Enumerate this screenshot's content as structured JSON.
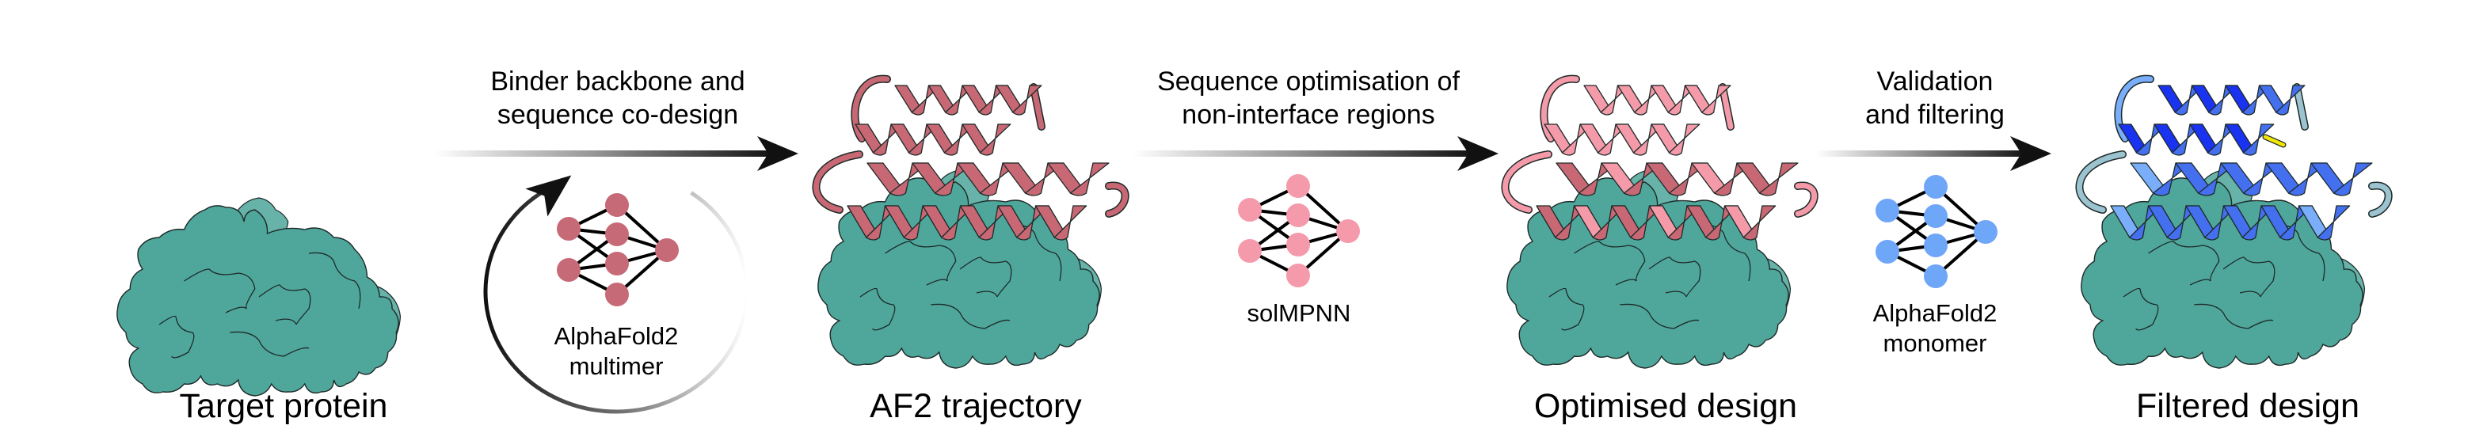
{
  "figure": {
    "panels": [
      {
        "id": "target",
        "label": "Target protein",
        "binder": "none"
      },
      {
        "id": "trajectory",
        "label": "AF2 trajectory",
        "binder": "trajectory"
      },
      {
        "id": "optimised",
        "label": "Optimised design",
        "binder": "optimised"
      },
      {
        "id": "filtered",
        "label": "Filtered design",
        "binder": "filtered"
      }
    ],
    "steps": [
      {
        "id": "codesign",
        "label_lines": [
          "Binder backbone and",
          "sequence co-design"
        ],
        "model_lines": [
          "AlphaFold2",
          "multimer"
        ],
        "model_color": "#C76A78",
        "iterative_cycle": true
      },
      {
        "id": "seqopt",
        "label_lines": [
          "Sequence optimisation of",
          "non-interface regions"
        ],
        "model_lines": [
          "solMPNN"
        ],
        "model_color": "#F49AAB",
        "iterative_cycle": false
      },
      {
        "id": "validation",
        "label_lines": [
          "Validation",
          "and filtering"
        ],
        "model_lines": [
          "AlphaFold2",
          "monomer"
        ],
        "model_color": "#6EA6F8",
        "iterative_cycle": false
      }
    ],
    "network_topology": {
      "layers": [
        2,
        4,
        1
      ],
      "edges": [
        [
          0,
          0
        ],
        [
          0,
          1
        ],
        [
          0,
          2
        ],
        [
          1,
          1
        ],
        [
          1,
          2
        ],
        [
          1,
          3
        ]
      ]
    },
    "colors": {
      "target_surface": "#4FA79C",
      "target_surface_light": "#67B2A9",
      "outline": "#1E2A28",
      "trajectory_helix": "#C76874",
      "optimised_helix": "#F49AA9",
      "optimised_interface": "#C76874",
      "filtered_helix_high": "#1A33F0",
      "filtered_helix_mid": "#4470F0",
      "filtered_helix_low": "#7AAEFA",
      "filtered_helix_pale": "#9BC3D0",
      "highlight_stick": "#F2E600",
      "arrow": "#111111"
    }
  }
}
